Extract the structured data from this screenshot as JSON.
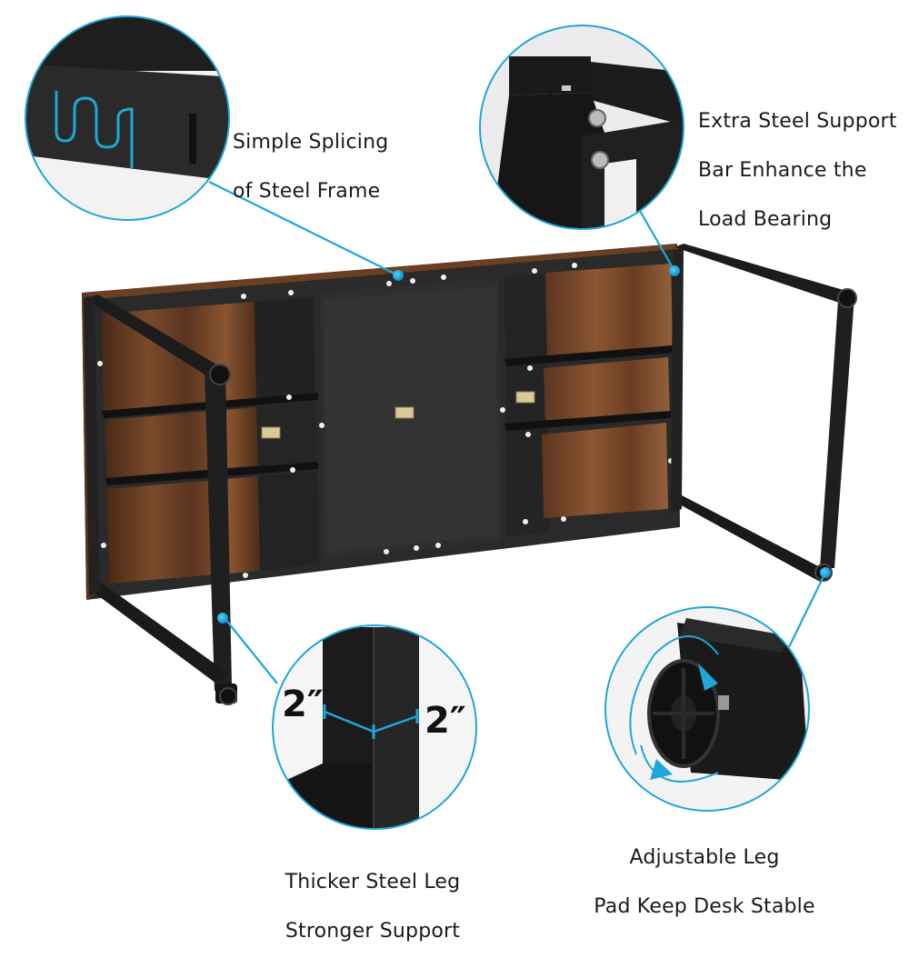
{
  "image": {
    "subject": "desk underside with steel frame",
    "accent_color": "#1ea7d8",
    "frame_color": "#1c1c1c",
    "wood_color": "#6b3f22",
    "background": "#ffffff"
  },
  "callouts": [
    {
      "id": "splicing",
      "lines": [
        "Simple Splicing",
        "of Steel Frame"
      ],
      "detail": "S-shaped splice joint on steel frame"
    },
    {
      "id": "support-bar",
      "lines": [
        "Extra Steel Support",
        "Bar Enhance the",
        "Load Bearing"
      ],
      "detail": "Bolted corner bracket of steel frame"
    },
    {
      "id": "thick-leg",
      "lines": [
        "Thicker Steel Leg",
        "Stronger Support"
      ],
      "detail": "Square steel leg cross-section",
      "dimension_left": "2″",
      "dimension_right": "2″"
    },
    {
      "id": "leg-pad",
      "lines": [
        "Adjustable Leg",
        "Pad Keep Desk Stable"
      ],
      "detail": "Rotating adjustable foot pad with arrows"
    }
  ]
}
